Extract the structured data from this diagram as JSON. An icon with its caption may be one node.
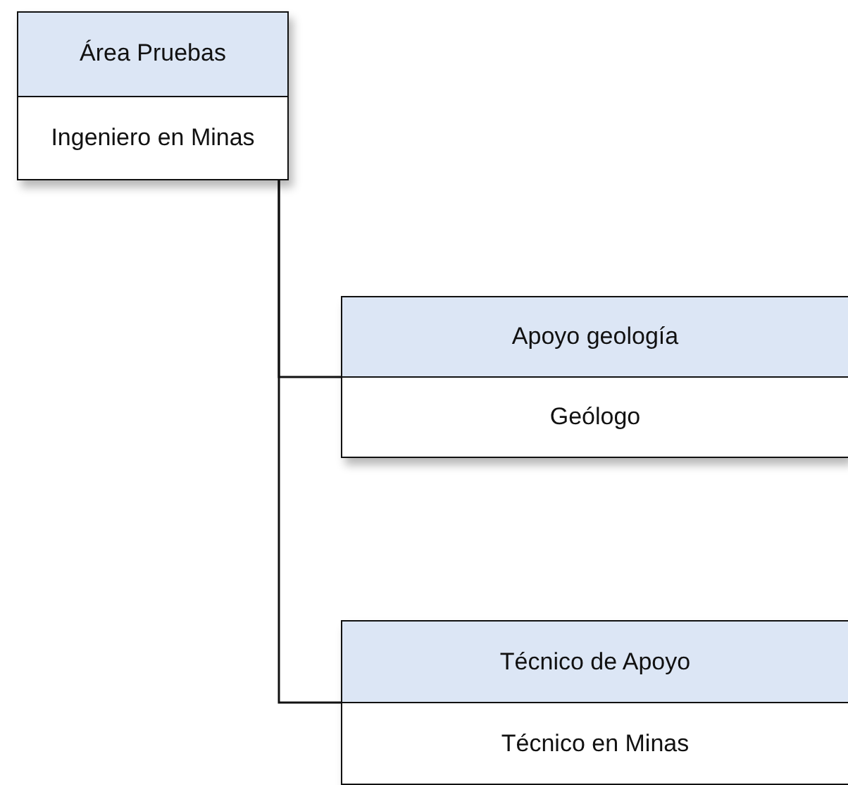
{
  "diagram": {
    "nodes": [
      {
        "text": [
          "Área Pruebas",
          "Ingeniero en Minas"
        ]
      },
      {
        "text": [
          "Apoyo geología",
          "Geólogo"
        ]
      },
      {
        "text": [
          "Técnico de Apoyo",
          "Técnico en Minas"
        ]
      }
    ],
    "edges": [
      {
        "from": 0,
        "to": 1,
        "arrow": "none"
      },
      {
        "from": 0,
        "to": 2,
        "arrow": "none"
      }
    ]
  }
}
